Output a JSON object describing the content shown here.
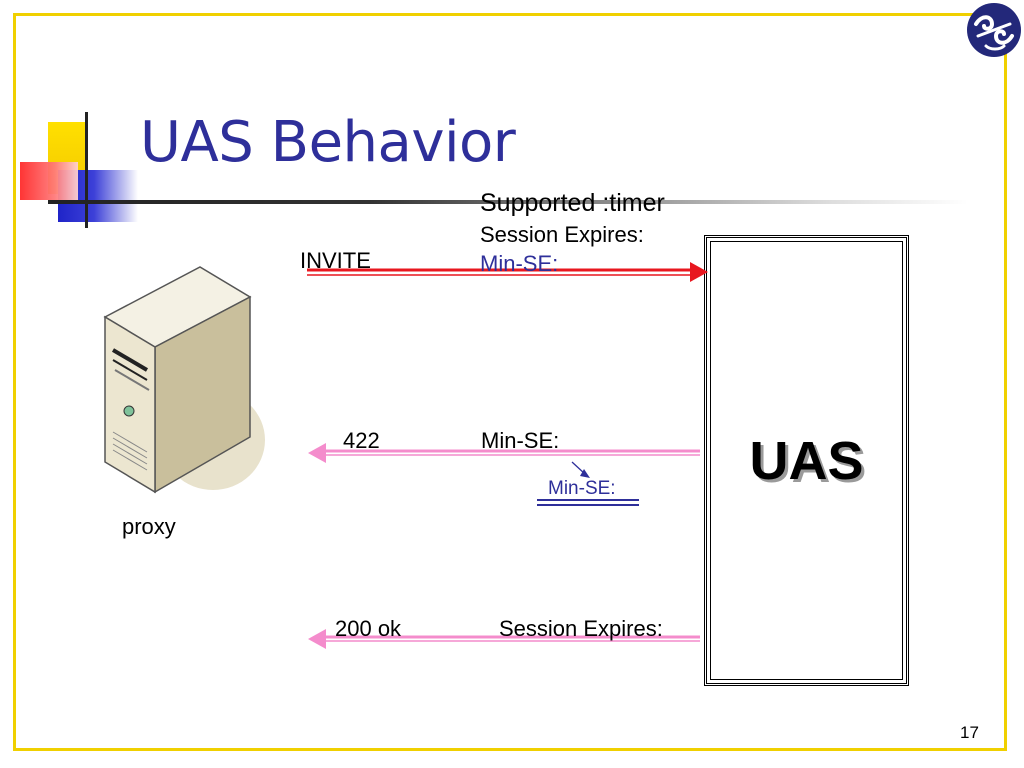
{
  "slide": {
    "title": "UAS Behavior",
    "page_number": "17"
  },
  "proxy": {
    "label": "proxy"
  },
  "uas": {
    "label": "UAS"
  },
  "messages": {
    "invite": {
      "label": "INVITE",
      "headers": [
        "Supported :timer",
        "Session Expires:",
        "Min-SE:"
      ]
    },
    "reject": {
      "code": "422",
      "header": "Min-SE:",
      "callout": "Min-SE:"
    },
    "ok": {
      "code": "200 ok",
      "header": "Session Expires:"
    }
  },
  "colors": {
    "title": "#2e2f9a",
    "frame": "#f0d000",
    "invite_arrow": "#e8171f",
    "response_arrow": "#f48ccc"
  }
}
